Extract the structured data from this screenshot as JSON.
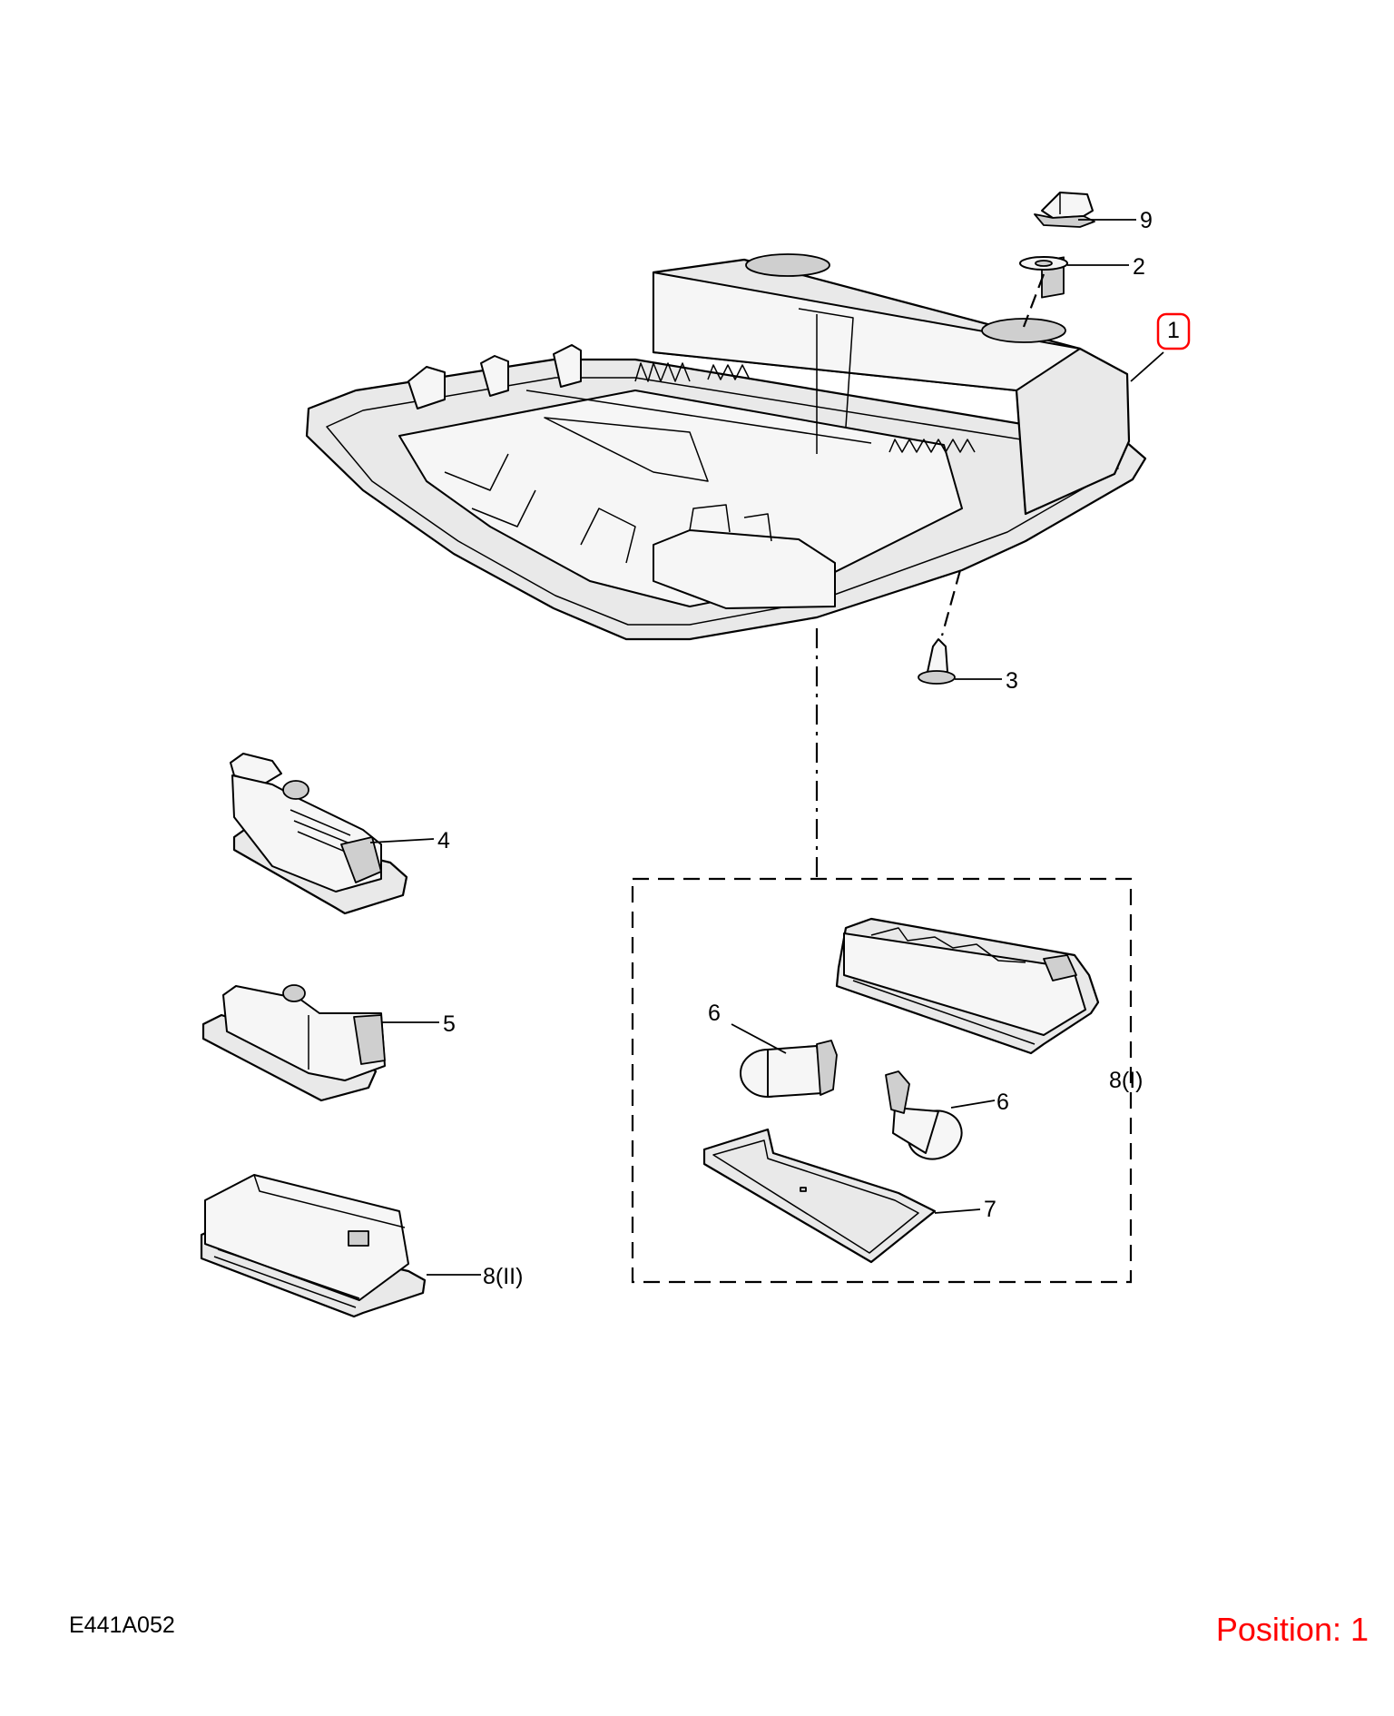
{
  "diagram_code": "E441A052",
  "position_label": "Position: 1",
  "highlight_color": "#ff0000",
  "callouts": {
    "c1": "1",
    "c2": "2",
    "c3": "3",
    "c4": "4",
    "c5": "5",
    "c6a": "6",
    "c6b": "6",
    "c7": "7",
    "c8i": "8(I)",
    "c8ii": "8(II)",
    "c9": "9"
  }
}
